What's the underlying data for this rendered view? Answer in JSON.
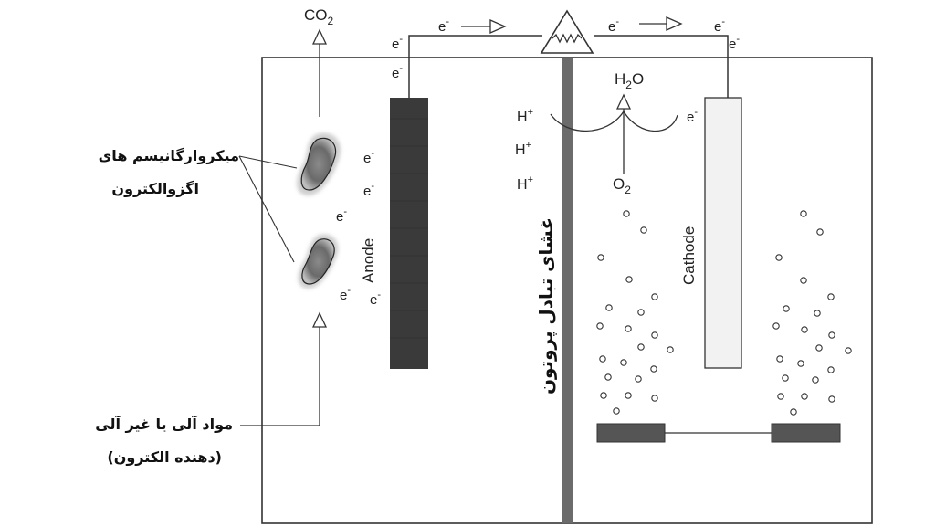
{
  "labels": {
    "co2_base": "CO",
    "co2_sub": "2",
    "h2o_h": "H",
    "h2o_sub": "2",
    "h2o_o": "O",
    "o2_base": "O",
    "o2_sub": "2",
    "anode": "Anode",
    "cathode": "Cathode",
    "electron": "e",
    "electron_sup": "-",
    "proton": "H",
    "proton_sup": "+",
    "membrane": "غشای تبادل پروتون",
    "microorganism_line1": "میکروارگانیسم های",
    "microorganism_line2": "اگزوالکترون",
    "substrate_line1": "مواد آلی یا غیر آلی",
    "substrate_line2": "(دهنده الکترون)"
  },
  "colors": {
    "anode_fill": "#3a3a3a",
    "membrane_fill": "#6b6b6b",
    "cathode_fill": "#f2f2f2",
    "line": "#333333"
  }
}
